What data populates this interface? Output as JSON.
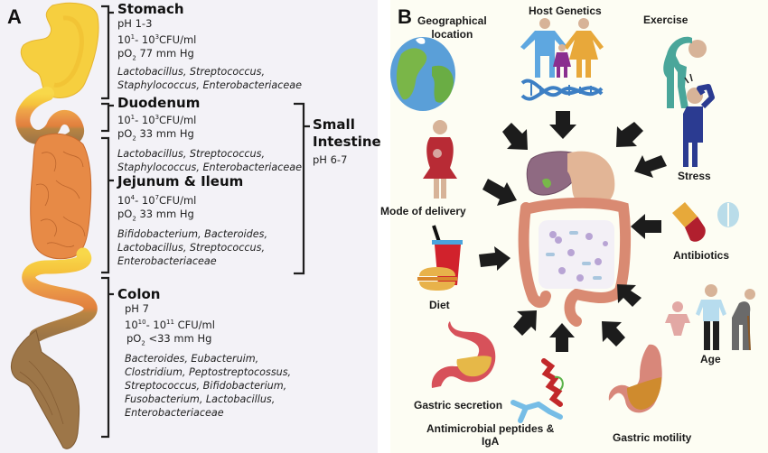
{
  "panel_a": {
    "letter": "A",
    "stomach": {
      "title": "Stomach",
      "ph": "pH 1-3",
      "cfu_base1": "10",
      "cfu_exp1": "1",
      "cfu_sep": "- ",
      "cfu_base2": "10",
      "cfu_exp2": "3",
      "cfu_unit": "CFU/ml",
      "po2_prefix": "pO",
      "po2_sub": "2",
      "po2_value": " 77 mm Hg",
      "bacteria": [
        "Lactobacillus, Streptococcus,",
        "Staphylococcus, Enterobacteriaceae"
      ]
    },
    "duodenum": {
      "title": "Duodenum",
      "cfu_base1": "10",
      "cfu_exp1": "1",
      "cfu_sep": "- ",
      "cfu_base2": "10",
      "cfu_exp2": "3",
      "cfu_unit": "CFU/ml",
      "po2_prefix": "pO",
      "po2_sub": "2",
      "po2_value": " 33 mm Hg",
      "bacteria": [
        "Lactobacillus, Streptococcus,",
        "Staphylococcus, Enterobacteriaceae"
      ]
    },
    "jejunum_ileum": {
      "title": "Jejunum & Ileum",
      "cfu_base1": "10",
      "cfu_exp1": "4",
      "cfu_sep": "- ",
      "cfu_base2": "10",
      "cfu_exp2": "7",
      "cfu_unit": "CFU/ml",
      "po2_prefix": "pO",
      "po2_sub": "2",
      "po2_value": " 33 mm Hg",
      "bacteria": [
        "Bifidobacterium, Bacteroides,",
        "Lactobacillus, Streptococcus,",
        "Enterobacteriaceae"
      ]
    },
    "small_intestine": {
      "title_line1": "Small",
      "title_line2": "Intestine",
      "ph": "pH 6-7"
    },
    "colon": {
      "title": "Colon",
      "ph": "pH 7",
      "cfu_base1": "10",
      "cfu_exp1": "10",
      "cfu_sep": "- ",
      "cfu_base2": "10",
      "cfu_exp2": "11",
      "cfu_unit": " CFU/ml",
      "po2_prefix": "pO",
      "po2_sub": "2",
      "po2_value": " <33 mm Hg",
      "bacteria": [
        "Bacteroides, Eubacteruim,",
        "Clostridium, Peptostreptocossus,",
        "Streptococcus, Bifidobacterium,",
        "Fusobacterium, Lactobacillus,",
        "Enterobacteriaceae"
      ]
    }
  },
  "panel_b": {
    "letter": "B",
    "factors": {
      "geo": "Geographical\nlocation",
      "geo_line1": "Geographical",
      "geo_line2": "location",
      "genetics": "Host Genetics",
      "exercise": "Exercise",
      "stress": "Stress",
      "delivery": "Mode of delivery",
      "antibiotics": "Antibiotics",
      "diet": "Diet",
      "age": "Age",
      "gastric_secretion": "Gastric secretion",
      "amp_line1": "Antimicrobial peptides &",
      "amp_line2": "IgA",
      "gastric_motility": "Gastric motility"
    }
  },
  "colors": {
    "stomach": "#f5cc3c",
    "small_intestine": "#e8883c",
    "colon": "#9a7040",
    "arrow": "#1c1c1c",
    "bracket": "#1e1e1e"
  }
}
